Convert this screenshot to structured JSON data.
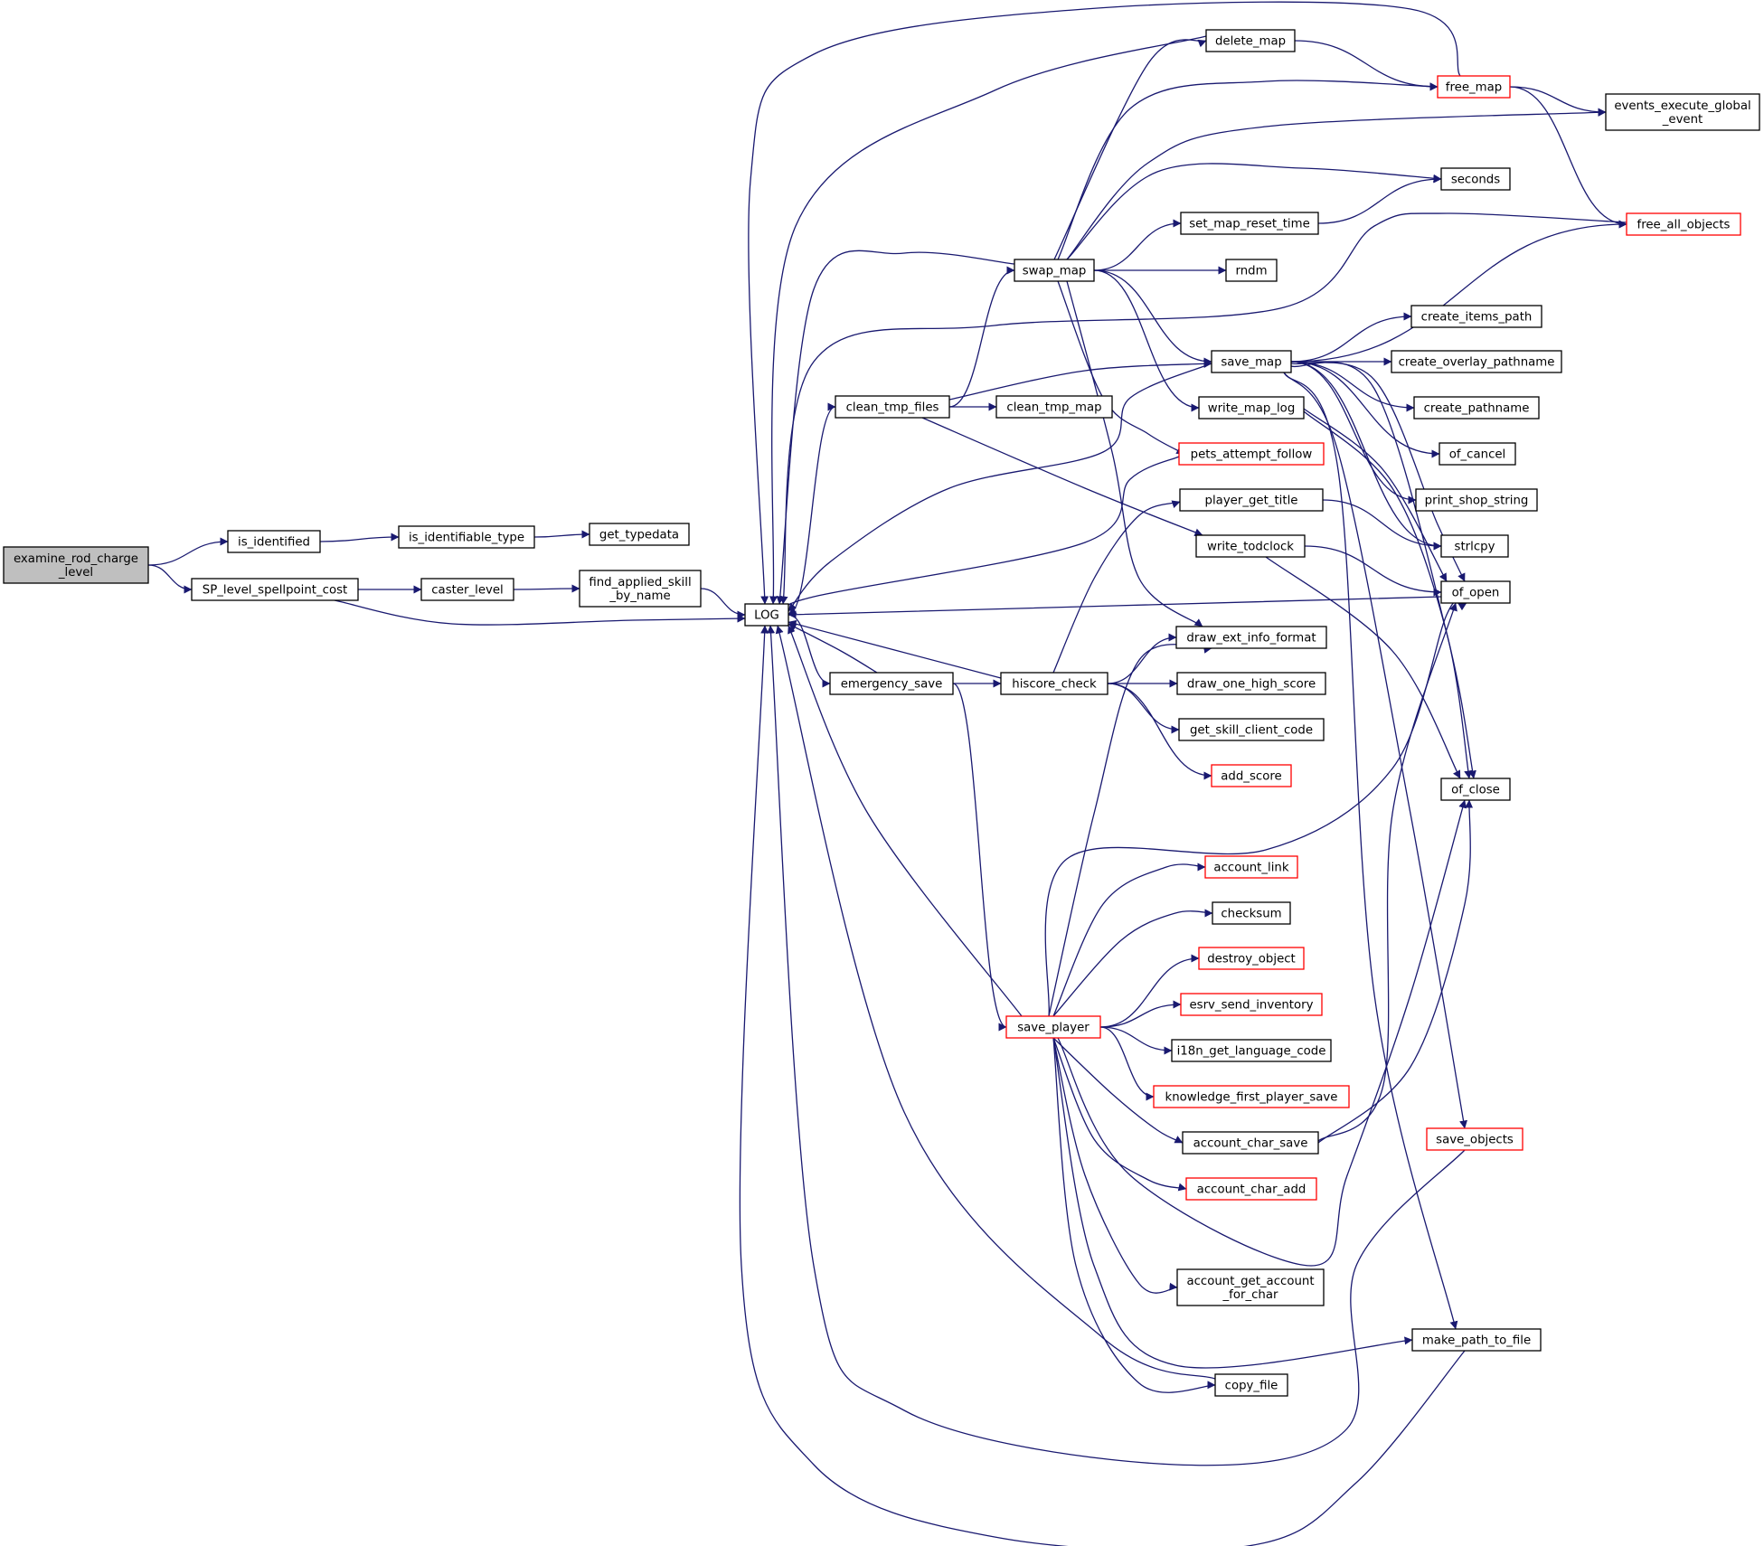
{
  "colors": {
    "edge": "#191970",
    "node_border": "#000000",
    "node_border_incomplete": "#ff0000",
    "root_fill": "#bfbfbf",
    "background": "#ffffff"
  },
  "nodes": [
    {
      "id": "examine_rod_charge_level",
      "lines": [
        "examine_rod_charge",
        "_level"
      ],
      "root": true
    },
    {
      "id": "is_identified",
      "lines": [
        "is_identified"
      ]
    },
    {
      "id": "is_identifiable_type",
      "lines": [
        "is_identifiable_type"
      ]
    },
    {
      "id": "get_typedata",
      "lines": [
        "get_typedata"
      ]
    },
    {
      "id": "SP_level_spellpoint_cost",
      "lines": [
        "SP_level_spellpoint_cost"
      ]
    },
    {
      "id": "caster_level",
      "lines": [
        "caster_level"
      ]
    },
    {
      "id": "find_applied_skill_by_name",
      "lines": [
        "find_applied_skill",
        "_by_name"
      ]
    },
    {
      "id": "LOG",
      "lines": [
        "LOG"
      ]
    },
    {
      "id": "clean_tmp_files",
      "lines": [
        "clean_tmp_files"
      ]
    },
    {
      "id": "clean_tmp_map",
      "lines": [
        "clean_tmp_map"
      ]
    },
    {
      "id": "emergency_save",
      "lines": [
        "emergency_save"
      ]
    },
    {
      "id": "hiscore_check",
      "lines": [
        "hiscore_check"
      ]
    },
    {
      "id": "swap_map",
      "lines": [
        "swap_map"
      ]
    },
    {
      "id": "save_player",
      "lines": [
        "save_player"
      ],
      "incomplete": true
    },
    {
      "id": "delete_map",
      "lines": [
        "delete_map"
      ]
    },
    {
      "id": "free_map",
      "lines": [
        "free_map"
      ],
      "incomplete": true
    },
    {
      "id": "events_execute_global_event",
      "lines": [
        "events_execute_global",
        "_event"
      ]
    },
    {
      "id": "seconds",
      "lines": [
        "seconds"
      ]
    },
    {
      "id": "set_map_reset_time",
      "lines": [
        "set_map_reset_time"
      ]
    },
    {
      "id": "free_all_objects",
      "lines": [
        "free_all_objects"
      ],
      "incomplete": true
    },
    {
      "id": "rndm",
      "lines": [
        "rndm"
      ]
    },
    {
      "id": "create_items_path",
      "lines": [
        "create_items_path"
      ]
    },
    {
      "id": "save_map",
      "lines": [
        "save_map"
      ]
    },
    {
      "id": "create_overlay_pathname",
      "lines": [
        "create_overlay_pathname"
      ]
    },
    {
      "id": "write_map_log",
      "lines": [
        "write_map_log"
      ]
    },
    {
      "id": "create_pathname",
      "lines": [
        "create_pathname"
      ]
    },
    {
      "id": "pets_attempt_follow",
      "lines": [
        "pets_attempt_follow"
      ],
      "incomplete": true
    },
    {
      "id": "of_cancel",
      "lines": [
        "of_cancel"
      ]
    },
    {
      "id": "player_get_title",
      "lines": [
        "player_get_title"
      ]
    },
    {
      "id": "print_shop_string",
      "lines": [
        "print_shop_string"
      ]
    },
    {
      "id": "write_todclock",
      "lines": [
        "write_todclock"
      ]
    },
    {
      "id": "strlcpy",
      "lines": [
        "strlcpy"
      ]
    },
    {
      "id": "of_open",
      "lines": [
        "of_open"
      ]
    },
    {
      "id": "draw_ext_info_format",
      "lines": [
        "draw_ext_info_format"
      ]
    },
    {
      "id": "draw_one_high_score",
      "lines": [
        "draw_one_high_score"
      ]
    },
    {
      "id": "get_skill_client_code",
      "lines": [
        "get_skill_client_code"
      ]
    },
    {
      "id": "add_score",
      "lines": [
        "add_score"
      ],
      "incomplete": true
    },
    {
      "id": "of_close",
      "lines": [
        "of_close"
      ]
    },
    {
      "id": "account_link",
      "lines": [
        "account_link"
      ],
      "incomplete": true
    },
    {
      "id": "checksum",
      "lines": [
        "checksum"
      ]
    },
    {
      "id": "destroy_object",
      "lines": [
        "destroy_object"
      ],
      "incomplete": true
    },
    {
      "id": "esrv_send_inventory",
      "lines": [
        "esrv_send_inventory"
      ],
      "incomplete": true
    },
    {
      "id": "i18n_get_language_code",
      "lines": [
        "i18n_get_language_code"
      ]
    },
    {
      "id": "knowledge_first_player_save",
      "lines": [
        "knowledge_first_player_save"
      ],
      "incomplete": true
    },
    {
      "id": "account_char_save",
      "lines": [
        "account_char_save"
      ]
    },
    {
      "id": "save_objects",
      "lines": [
        "save_objects"
      ],
      "incomplete": true
    },
    {
      "id": "account_char_add",
      "lines": [
        "account_char_add"
      ],
      "incomplete": true
    },
    {
      "id": "account_get_account_for_char",
      "lines": [
        "account_get_account",
        "_for_char"
      ]
    },
    {
      "id": "make_path_to_file",
      "lines": [
        "make_path_to_file"
      ]
    },
    {
      "id": "copy_file",
      "lines": [
        "copy_file"
      ]
    }
  ],
  "edges": [
    [
      "examine_rod_charge_level",
      "is_identified"
    ],
    [
      "examine_rod_charge_level",
      "SP_level_spellpoint_cost"
    ],
    [
      "is_identified",
      "is_identifiable_type"
    ],
    [
      "is_identifiable_type",
      "get_typedata"
    ],
    [
      "SP_level_spellpoint_cost",
      "caster_level"
    ],
    [
      "SP_level_spellpoint_cost",
      "LOG"
    ],
    [
      "caster_level",
      "find_applied_skill_by_name"
    ],
    [
      "find_applied_skill_by_name",
      "LOG"
    ],
    [
      "LOG",
      "clean_tmp_files"
    ],
    [
      "LOG",
      "emergency_save"
    ],
    [
      "clean_tmp_files",
      "clean_tmp_map"
    ],
    [
      "clean_tmp_files",
      "swap_map"
    ],
    [
      "clean_tmp_files",
      "save_map"
    ],
    [
      "clean_tmp_files",
      "write_todclock"
    ],
    [
      "emergency_save",
      "LOG"
    ],
    [
      "emergency_save",
      "hiscore_check"
    ],
    [
      "emergency_save",
      "save_player"
    ],
    [
      "hiscore_check",
      "LOG"
    ],
    [
      "hiscore_check",
      "player_get_title"
    ],
    [
      "hiscore_check",
      "draw_ext_info_format"
    ],
    [
      "hiscore_check",
      "draw_one_high_score"
    ],
    [
      "hiscore_check",
      "get_skill_client_code"
    ],
    [
      "hiscore_check",
      "add_score"
    ],
    [
      "swap_map",
      "LOG"
    ],
    [
      "swap_map",
      "delete_map"
    ],
    [
      "swap_map",
      "free_map"
    ],
    [
      "swap_map",
      "events_execute_global_event"
    ],
    [
      "swap_map",
      "seconds"
    ],
    [
      "swap_map",
      "set_map_reset_time"
    ],
    [
      "swap_map",
      "rndm"
    ],
    [
      "swap_map",
      "save_map"
    ],
    [
      "swap_map",
      "write_map_log"
    ],
    [
      "swap_map",
      "pets_attempt_follow"
    ],
    [
      "swap_map",
      "draw_ext_info_format"
    ],
    [
      "delete_map",
      "LOG"
    ],
    [
      "delete_map",
      "free_map"
    ],
    [
      "free_map",
      "LOG"
    ],
    [
      "free_map",
      "events_execute_global_event"
    ],
    [
      "free_map",
      "free_all_objects"
    ],
    [
      "free_all_objects",
      "LOG"
    ],
    [
      "set_map_reset_time",
      "seconds"
    ],
    [
      "save_map",
      "LOG"
    ],
    [
      "save_map",
      "free_all_objects"
    ],
    [
      "save_map",
      "create_items_path"
    ],
    [
      "save_map",
      "create_overlay_pathname"
    ],
    [
      "save_map",
      "create_pathname"
    ],
    [
      "save_map",
      "of_cancel"
    ],
    [
      "save_map",
      "print_shop_string"
    ],
    [
      "save_map",
      "strlcpy"
    ],
    [
      "save_map",
      "of_open"
    ],
    [
      "save_map",
      "of_close"
    ],
    [
      "save_map",
      "save_objects"
    ],
    [
      "save_map",
      "make_path_to_file"
    ],
    [
      "write_map_log",
      "of_open"
    ],
    [
      "write_map_log",
      "of_close"
    ],
    [
      "pets_attempt_follow",
      "LOG"
    ],
    [
      "player_get_title",
      "strlcpy"
    ],
    [
      "write_todclock",
      "of_open"
    ],
    [
      "write_todclock",
      "of_close"
    ],
    [
      "of_open",
      "LOG"
    ],
    [
      "save_player",
      "LOG"
    ],
    [
      "save_player",
      "draw_ext_info_format"
    ],
    [
      "save_player",
      "of_open"
    ],
    [
      "save_player",
      "account_link"
    ],
    [
      "save_player",
      "checksum"
    ],
    [
      "save_player",
      "destroy_object"
    ],
    [
      "save_player",
      "esrv_send_inventory"
    ],
    [
      "save_player",
      "i18n_get_language_code"
    ],
    [
      "save_player",
      "knowledge_first_player_save"
    ],
    [
      "save_player",
      "account_char_save"
    ],
    [
      "save_player",
      "account_char_add"
    ],
    [
      "save_player",
      "account_get_account_for_char"
    ],
    [
      "save_player",
      "make_path_to_file"
    ],
    [
      "save_player",
      "copy_file"
    ],
    [
      "save_player",
      "of_close"
    ],
    [
      "account_char_save",
      "of_open"
    ],
    [
      "account_char_save",
      "of_close"
    ],
    [
      "save_objects",
      "LOG"
    ],
    [
      "make_path_to_file",
      "LOG"
    ],
    [
      "copy_file",
      "LOG"
    ]
  ]
}
